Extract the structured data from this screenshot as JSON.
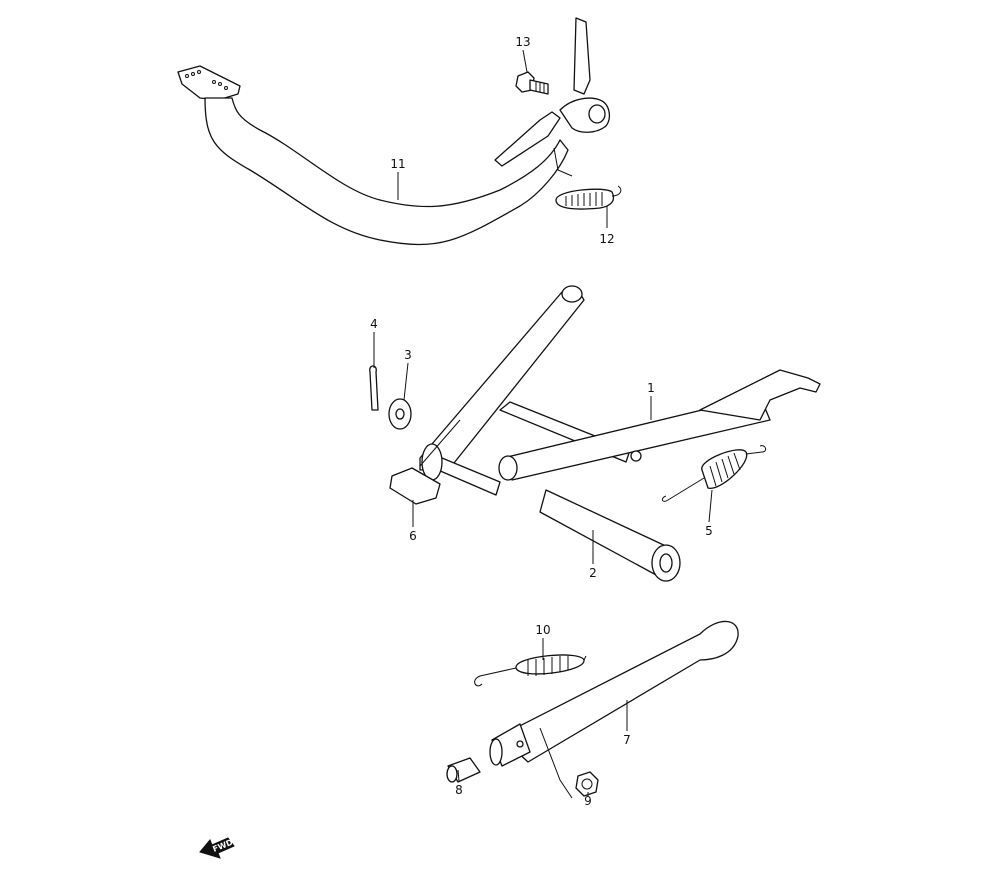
{
  "diagram": {
    "callouts": {
      "p1": "1",
      "p2": "2",
      "p3": "3",
      "p4": "4",
      "p5": "5",
      "p6": "6",
      "p7": "7",
      "p8": "8",
      "p9": "9",
      "p10": "10",
      "p11": "11",
      "p12": "12",
      "p13": "13"
    },
    "direction_indicator": "FWD"
  }
}
